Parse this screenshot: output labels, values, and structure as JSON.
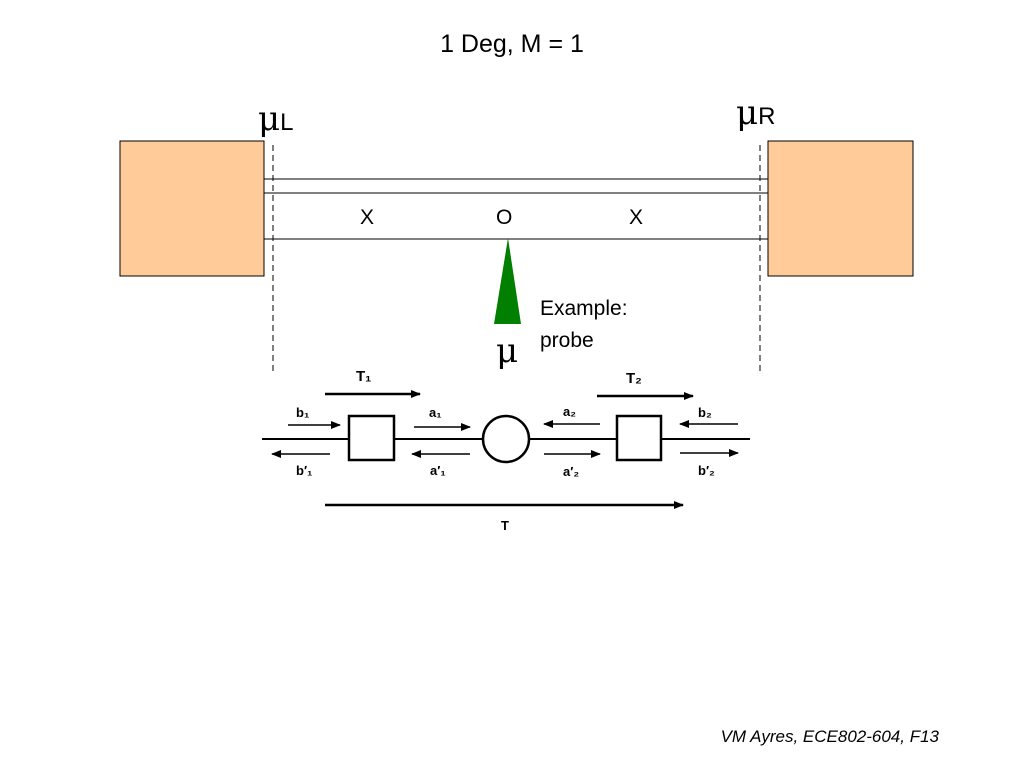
{
  "title": "1 Deg, M = 1",
  "chem_potential": {
    "left_symbol": "μ",
    "left_sub": "L",
    "right_symbol": "μ",
    "right_sub": "R",
    "probe_symbol": "μ"
  },
  "channel_marks": {
    "left": "X",
    "center": "O",
    "right": "X"
  },
  "probe_caption": {
    "line1": "Example:",
    "line2": "probe"
  },
  "scattering": {
    "top_left": "T₁",
    "top_right": "T₂",
    "bottom": "T",
    "b1": "b₁",
    "b1p": "b′₁",
    "a1": "a₁",
    "a1p": "a′₁",
    "a2": "a₂",
    "a2p": "a′₂",
    "b2": "b₂",
    "b2p": "b′₂"
  },
  "footer": "VM Ayres, ECE802-604, F13",
  "colors": {
    "contact_fill": "#FFCC99",
    "probe_fill": "#007F00"
  }
}
